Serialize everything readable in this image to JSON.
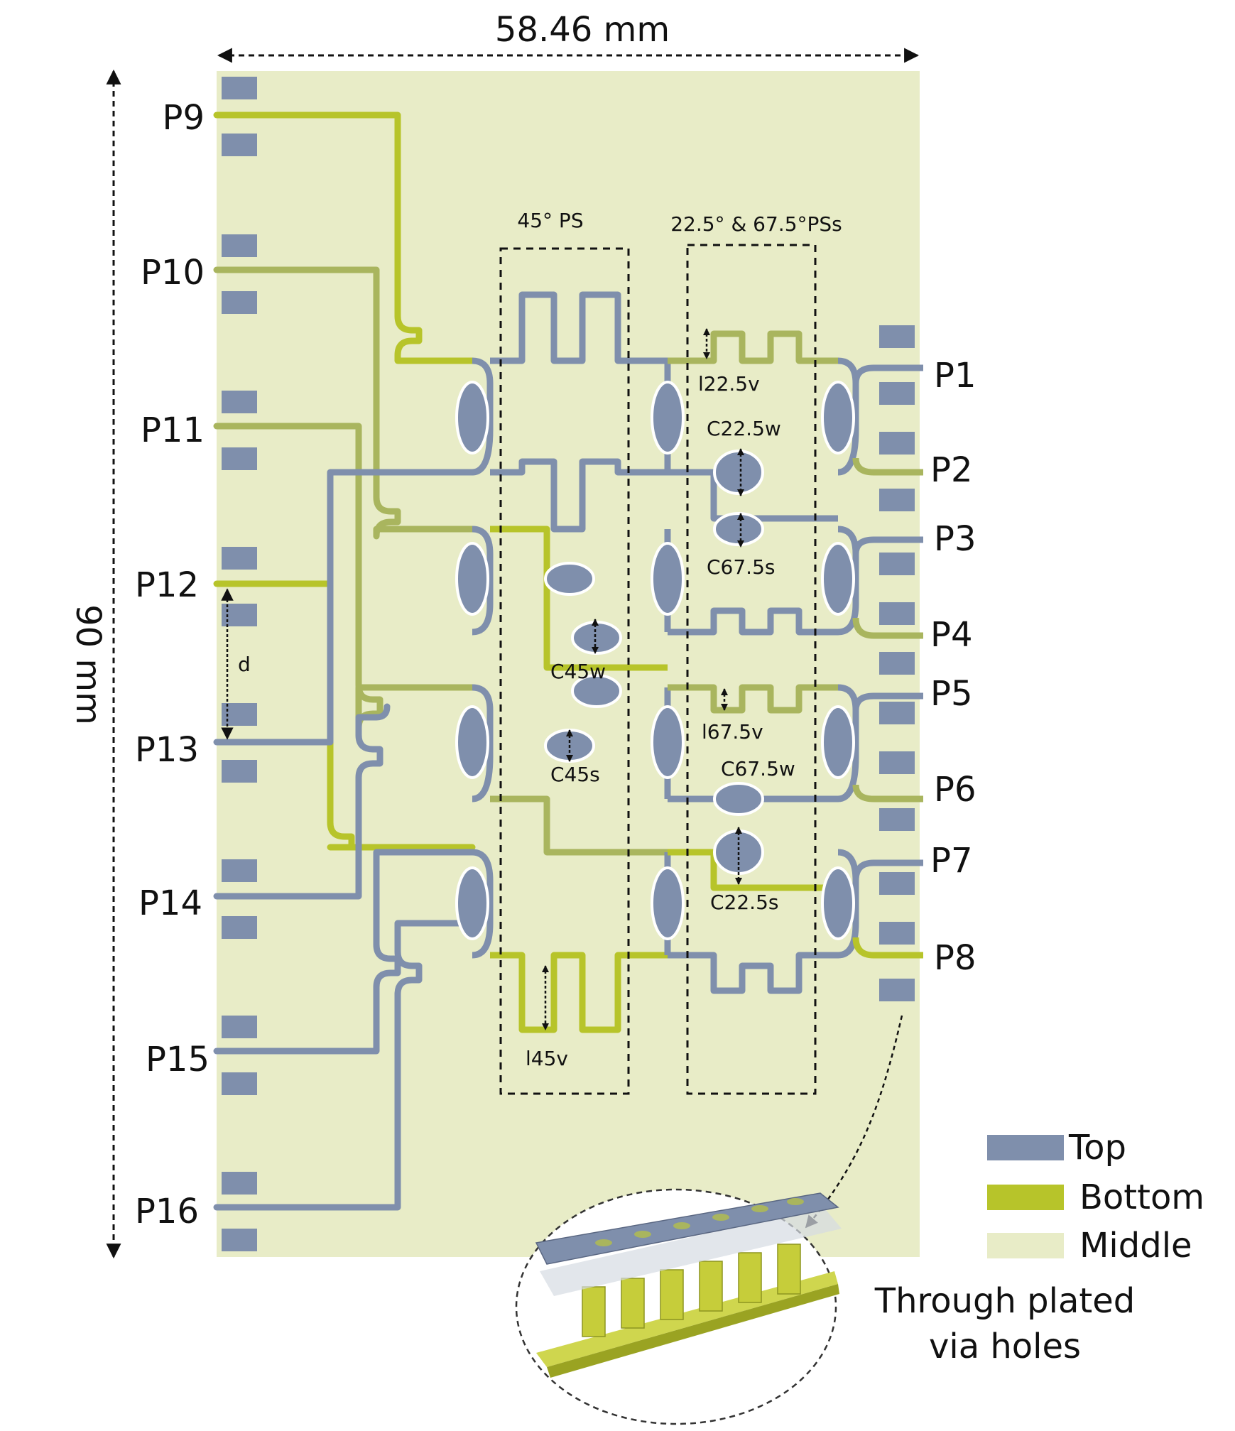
{
  "dimensions": {
    "width": "58.46 mm",
    "height": "90 mm"
  },
  "regions": {
    "ps45": "45° PS",
    "ps_pair": "22.5° & 67.5°PSs"
  },
  "ports_right": [
    "P1",
    "P2",
    "P3",
    "P4",
    "P5",
    "P6",
    "P7",
    "P8"
  ],
  "ports_left": [
    "P9",
    "P10",
    "P11",
    "P12",
    "P13",
    "P14",
    "P15",
    "P16"
  ],
  "params": {
    "l22_5v": "l22.5v",
    "c22_5w": "C22.5w",
    "c67_5s": "C67.5s",
    "c45w": "C45w",
    "c45s": "C45s",
    "l67_5v": "l67.5v",
    "c67_5w": "C67.5w",
    "c22_5s": "C22.5s",
    "l45v": "l45v",
    "d": "d"
  },
  "legend": [
    {
      "label": "Top",
      "color": "#7f8fac"
    },
    {
      "label": "Bottom",
      "color": "#b7c42a"
    },
    {
      "label": "Middle",
      "color": "#e8ecc7"
    }
  ],
  "inset_caption": [
    "Through plated",
    "via holes"
  ]
}
